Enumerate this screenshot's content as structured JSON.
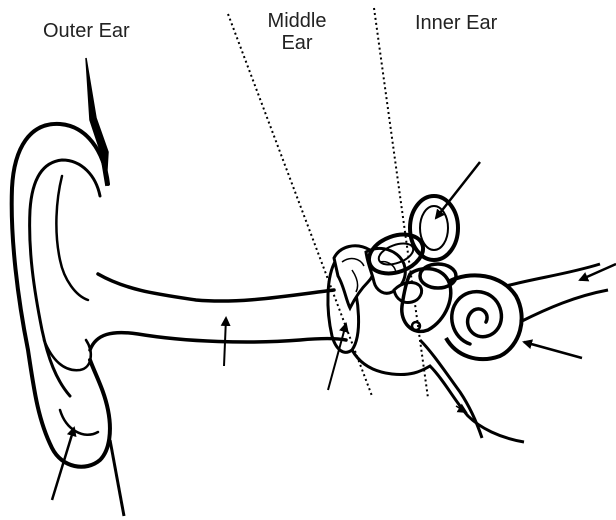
{
  "labels": {
    "outer_ear": "Outer Ear",
    "middle_ear_line1": "Middle",
    "middle_ear_line2": "Ear",
    "inner_ear": "Inner Ear"
  },
  "colors": {
    "ink": "#000000",
    "text": "#222222",
    "background": "#ffffff"
  }
}
